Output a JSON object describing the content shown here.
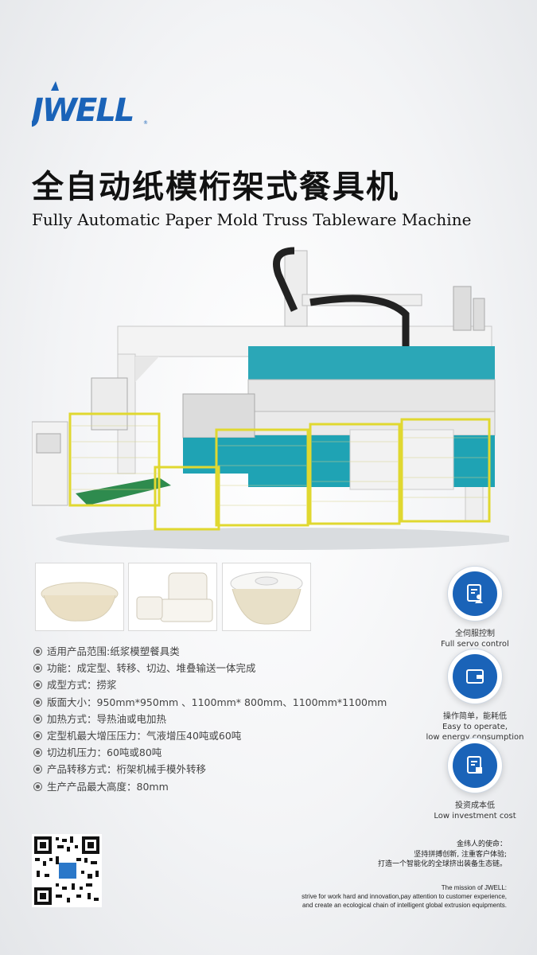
{
  "brand": {
    "logo_text": "JWELL"
  },
  "title": {
    "cn": "全自动纸模桁架式餐具机",
    "en": "Fully Automatic Paper Mold Truss Tableware Machine"
  },
  "specs": [
    "适用产品范围:纸浆模塑餐具类",
    "功能：成定型、转移、切边、堆叠输送一体完成",
    "成型方式：捞浆",
    "版面大小：950mm*950mm 、1100mm* 800mm、1100mm*1100mm",
    "加热方式：导热油或电加热",
    "定型机最大增压压力：气液增压40吨或60吨",
    "切边机压力：60吨或80吨",
    "产品转移方式：桁架机械手模外转移",
    "生产产品最大高度：80mm"
  ],
  "features": [
    {
      "icon": "servo-control-icon",
      "cn": "全伺服控制",
      "en": "Full servo control"
    },
    {
      "icon": "wallet-icon",
      "cn": "操作简单，能耗低",
      "en": "Easy to operate,",
      "en2": "low energy consumption"
    },
    {
      "icon": "investment-icon",
      "cn": "投资成本低",
      "en": "Low investment cost"
    }
  ],
  "mission": {
    "cn_title": "金纬人的使命：",
    "cn_line1": "坚持拼搏创新, 注重客户体验;",
    "cn_line2": "打造一个智能化的全球挤出装备生态链。",
    "en_title": "The mission of JWELL:",
    "en_line1": "strive for work hard and innovation,pay attention to customer experience,",
    "en_line2": "and create an ecological chain of intelligent global extrusion equipments."
  },
  "colors": {
    "brand_blue": "#1a63b8",
    "accent_teal": "#1fa3b4",
    "fence_yellow": "#e8e23a"
  }
}
